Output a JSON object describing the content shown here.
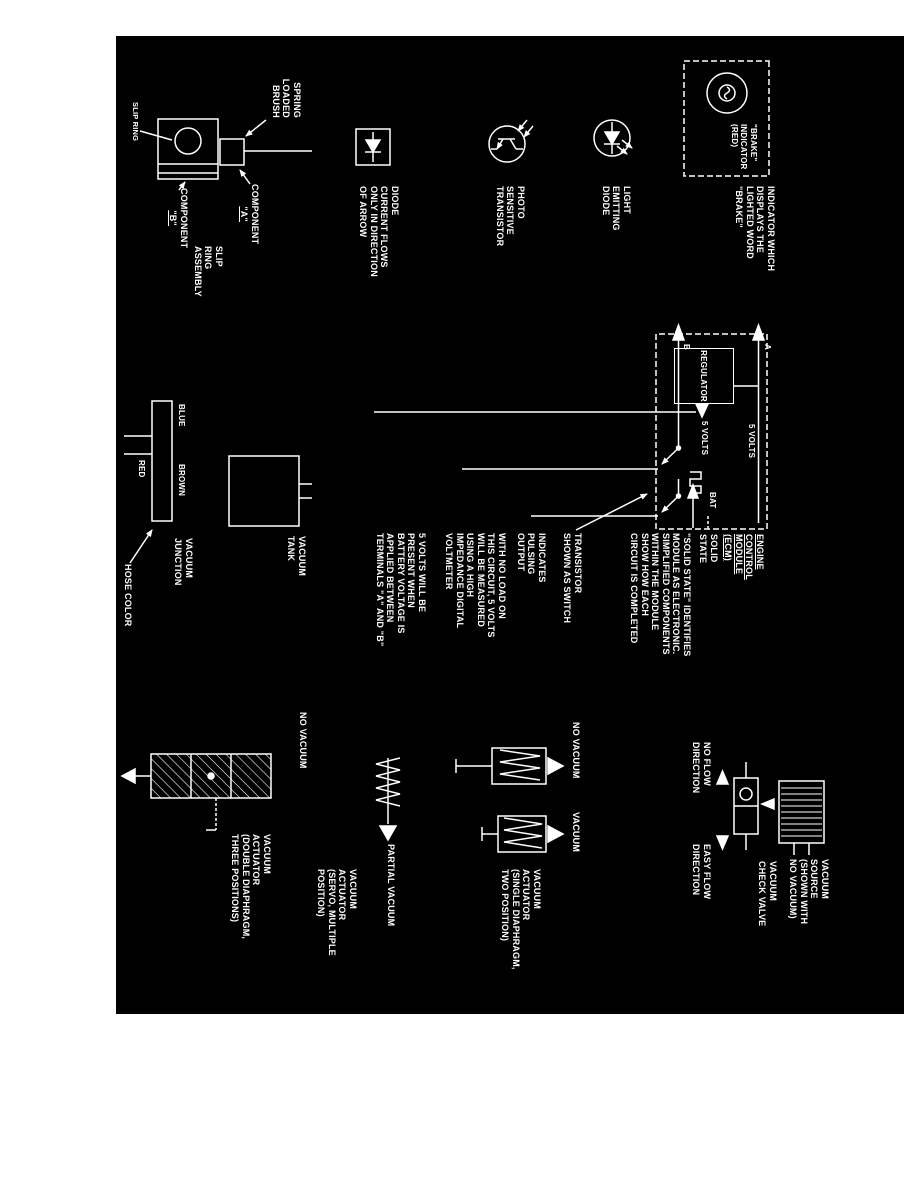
{
  "colors": {
    "page_bg": "#ffffff",
    "diagram_bg": "#000000",
    "ink": "#ffffff"
  },
  "labels": {
    "brake_caption": "\"BRAKE\"\nINDICATOR\n(RED)",
    "brake_label": "INDICATOR WHICH\nDISPLAYS THE\nLIGHTED WORD\n\"BRAKE\"",
    "led_label": "LIGHT\nEMITTING\nDIODE",
    "photo_label": "PHOTO\nSENSITIVE\nTRANSISTOR",
    "diode_label": "DIODE\nCURRENT FLOWS\nONLY IN DIRECTION\nOF ARROW",
    "spring_brush": "SPRING\nLOADED\nBRUSH",
    "component_word_a": "COMPONENT",
    "component_letter_a": "\"A\"",
    "component_word_b": "COMPONENT",
    "component_letter_b": "\"B\"",
    "slip_ring_assembly": "SLIP\nRING\nASSEMBLY",
    "slip_ring_small": "SLIP RING",
    "regulator": "REGULATOR",
    "terminal_a": "A",
    "terminal_b": "B",
    "five_volts_out": "5 VOLTS",
    "five_volts_wire": "5 VOLTS",
    "bat": "BAT",
    "ecm_title": "ENGINE\nCONTROL\nMODULE\n(ECM)",
    "ecm_subtitle": "SOLID\nSTATE",
    "solid_state_note": "\"SOLID STATE\" IDENTIFIES\nMODULE AS ELECTRONIC.\nSIMPLIFIED COMPONENTS\nWITHIN THE MODULE\nSHOW HOW EACH\nCIRCUIT IS COMPLETED",
    "transistor_note": "TRANSISTOR\nSHOWN AS SWITCH",
    "pulsing_note": "INDICATES\nPULSING\nOUTPUT",
    "no_load_note": "WITH NO LOAD ON\nTHIS CIRCUIT, 5 VOLTS\nWILL BE MEASURED\nUSING A HIGH\nIMPEDANCE DIGITAL\nVOLTMETER",
    "five_volts_note": "5 VOLTS WILL BE\nPRESENT WHEN\nBATTERY VOLTAGE IS\nAPPLIED BETWEEN\nTERMINALS \"A\" AND \"B\"",
    "vacuum_tank": "VACUUM\nTANK",
    "hose_blue": "BLUE",
    "hose_brown": "BROWN",
    "hose_red": "RED",
    "vacuum_junction": "VACUUM\nJUNCTION",
    "hose_color": "HOSE COLOR",
    "vacuum_source": "VACUUM\nSOURCE\n(SHOWN WITH\nNO VACUUM)",
    "check_valve": "VACUUM\nCHECK VALVE",
    "no_flow": "NO FLOW\nDIRECTION",
    "easy_flow": "EASY FLOW\nDIRECTION",
    "single_no_vacuum": "NO VACUUM",
    "single_vacuum": "VACUUM",
    "single_actuator": "VACUUM\nACTUATOR\n(SINGLE DIAPHRAGM,\nTWO POSITION)",
    "partial_vacuum": "PARTIAL VACUUM",
    "servo_actuator": "VACUUM\nACTUATOR\n(SERVO, MULTIPLE\nPOSITION)",
    "double_no_vacuum": "NO VACUUM",
    "double_actuator": "VACUUM\nACTUATOR\n(DOUBLE DIAPHRAGM,\nTHREE POSITIONS)"
  }
}
